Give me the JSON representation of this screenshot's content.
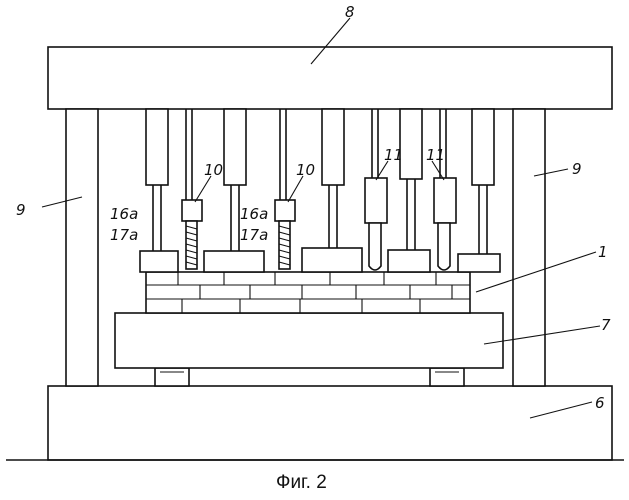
{
  "figure": {
    "caption": "Фиг. 2",
    "labels": {
      "top_plate": "8",
      "column_left": "9",
      "column_right": "9",
      "cylinder_a_left": "10",
      "cylinder_a_right": "10",
      "cylinder_b_left": "11",
      "cylinder_b_right": "11",
      "part_16a_left": "16a",
      "part_17a_left": "17a",
      "part_16a_right": "16a",
      "part_17a_right": "17a",
      "workpiece": "1",
      "table": "7",
      "base": "6"
    }
  }
}
